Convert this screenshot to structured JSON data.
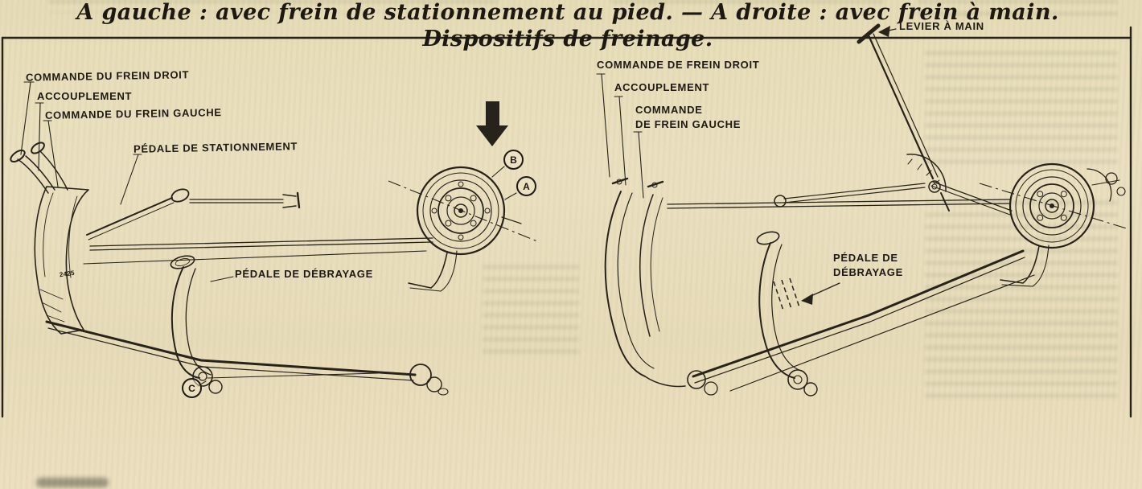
{
  "colors": {
    "paper": "#e8dcba",
    "ink": "#27221a"
  },
  "left_diagram": {
    "labels": {
      "commande_frein_droit": "COMMANDE DU FREIN DROIT",
      "accouplement": "ACCOUPLEMENT",
      "commande_frein_gauche": "COMMANDE DU FREIN GAUCHE",
      "pedale_stationnement": "PÉDALE DE STATIONNEMENT",
      "pedale_debrayage": "PÉDALE DE DÉBRAYAGE"
    },
    "callouts": {
      "b": "B",
      "a": "A",
      "c": "C"
    },
    "part_number": "2425"
  },
  "right_diagram": {
    "labels": {
      "commande_frein_droit": "COMMANDE DE FREIN DROIT",
      "accouplement": "ACCOUPLEMENT",
      "commande_frein_gauche": "COMMANDE\nDE FREIN GAUCHE",
      "levier_a_main": "LEVIER À MAIN",
      "pedale_debrayage": "PÉDALE DE\nDÉBRAYAGE"
    }
  },
  "caption": {
    "line1": "A gauche : avec frein de stationnement au pied. — A droite : avec frein à main.",
    "line2": "Dispositifs de freinage."
  }
}
